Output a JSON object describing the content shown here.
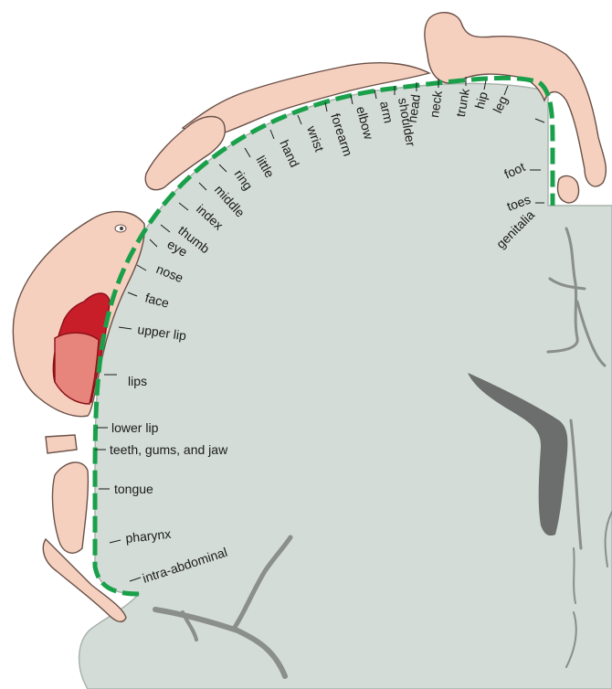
{
  "figure": {
    "colors": {
      "brain": "#d3dcd6",
      "brain_edge": "#a9b3ad",
      "sulcus": "#8a8e8c",
      "ventricle": "#6b6e6c",
      "cortex_strip": "#1aa04a",
      "homunculus_skin": "#f6d0bf",
      "homunculus_outline": "#6a5148",
      "mouth": "#c81e2a"
    },
    "icons": [
      "homunculus-figure",
      "brain-cross-section",
      "sensory-cortex-strip"
    ],
    "labels": [
      "intra-abdominal",
      "pharynx",
      "tongue",
      "teeth, gums, and jaw",
      "lower lip",
      "lips",
      "upper lip",
      "face",
      "nose",
      "eye",
      "thumb",
      "index",
      "middle",
      "ring",
      "little",
      "hand",
      "wrist",
      "forearm",
      "elbow",
      "arm",
      "shoulder",
      "head",
      "neck",
      "trunk",
      "hip",
      "leg",
      "foot",
      "toes",
      "genitalia"
    ]
  }
}
